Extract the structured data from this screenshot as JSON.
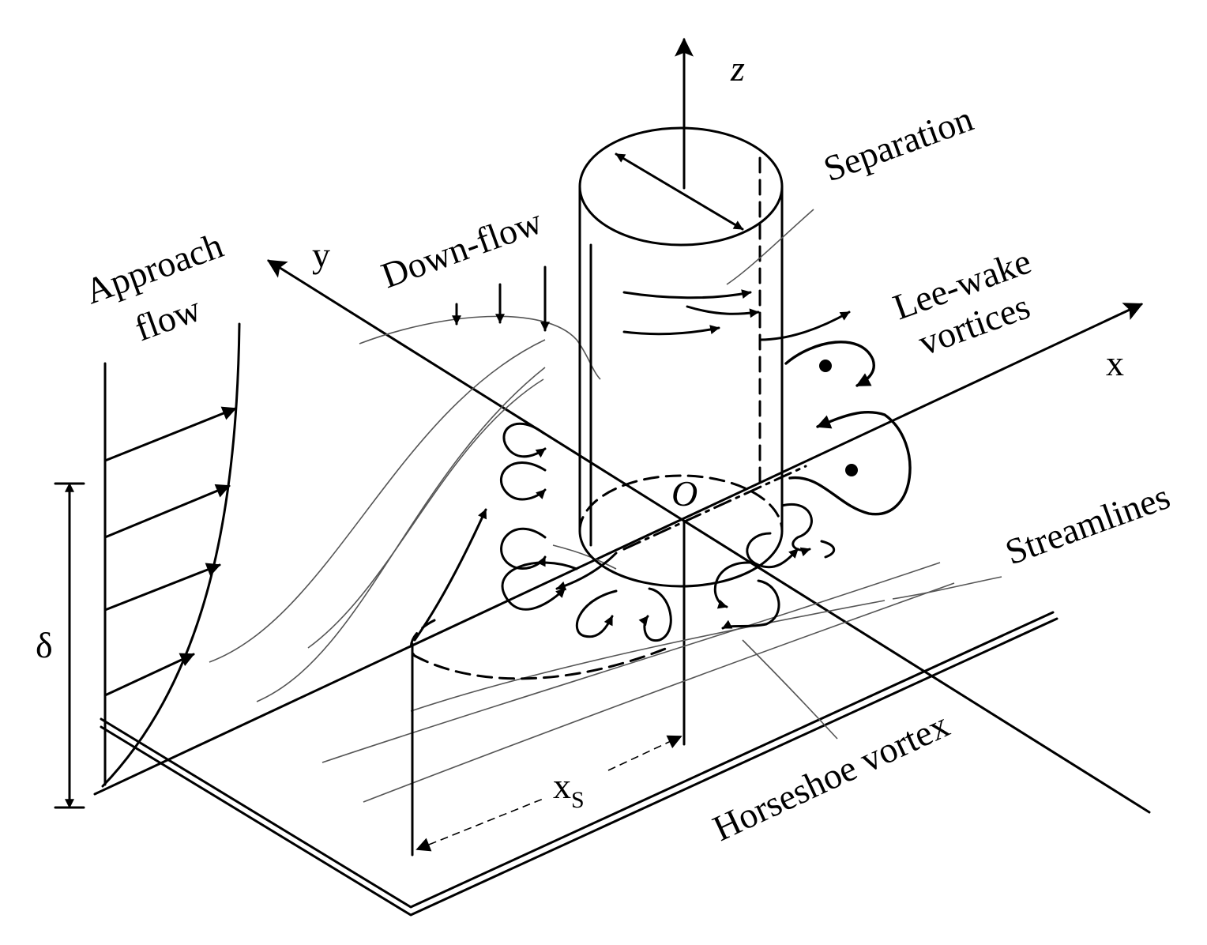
{
  "labels": {
    "approach_line1": "Approach",
    "approach_line2": "flow",
    "down_flow": "Down-flow",
    "separation": "Separation",
    "lee_wake_line1": "Lee-wake",
    "lee_wake_line2": "vortices",
    "streamlines": "Streamlines",
    "horseshoe_vortex": "Horseshoe vortex",
    "axis_x": "x",
    "axis_y": "y",
    "axis_z": "z",
    "origin": "O",
    "delta": "δ",
    "xs_main": "x",
    "xs_sub": "S"
  }
}
